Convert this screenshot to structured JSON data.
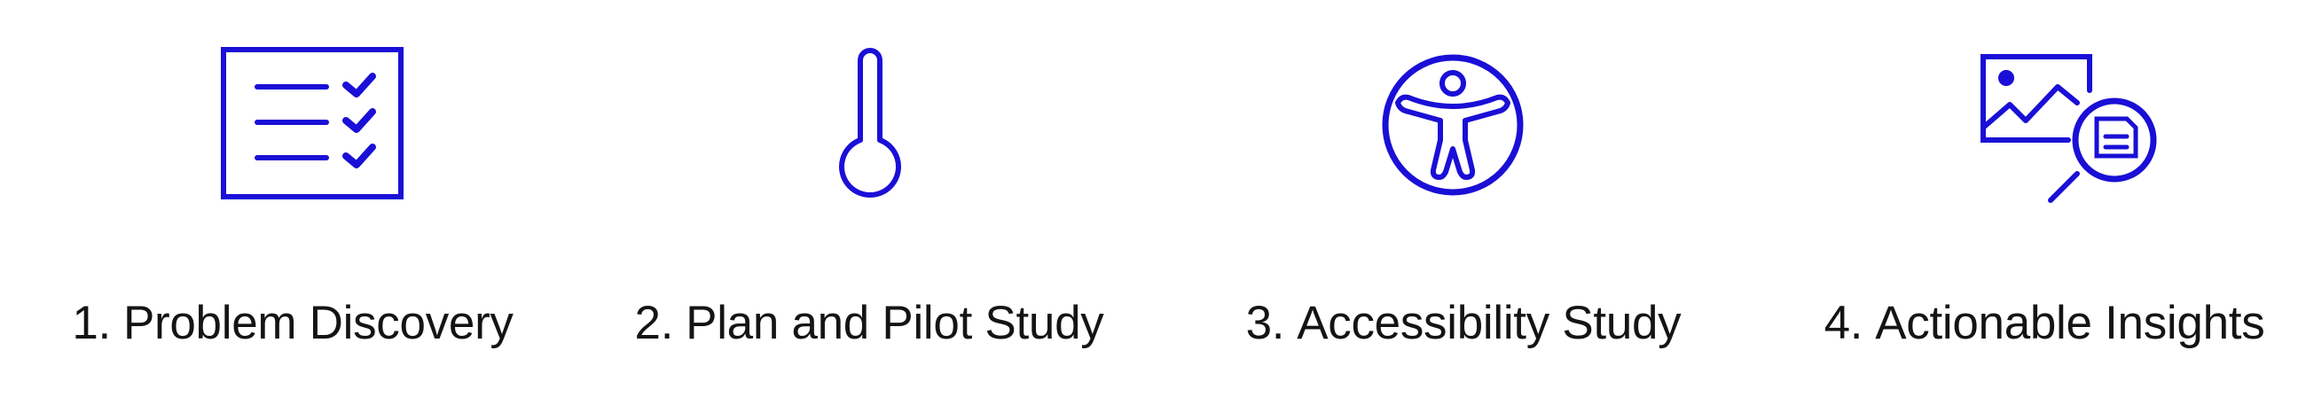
{
  "steps": [
    {
      "number": "1.",
      "title": "Problem Discovery",
      "icon": "checklist-icon"
    },
    {
      "number": "2.",
      "title": "Plan and Pilot Study",
      "icon": "thermometer-icon"
    },
    {
      "number": "3.",
      "title": "Accessibility Study",
      "icon": "accessibility-icon"
    },
    {
      "number": "4.",
      "title": "Actionable Insights",
      "icon": "image-search-icon"
    }
  ],
  "colors": {
    "icon_stroke": "#1a0fd6",
    "label_text": "#141414",
    "background": "#ffffff"
  }
}
